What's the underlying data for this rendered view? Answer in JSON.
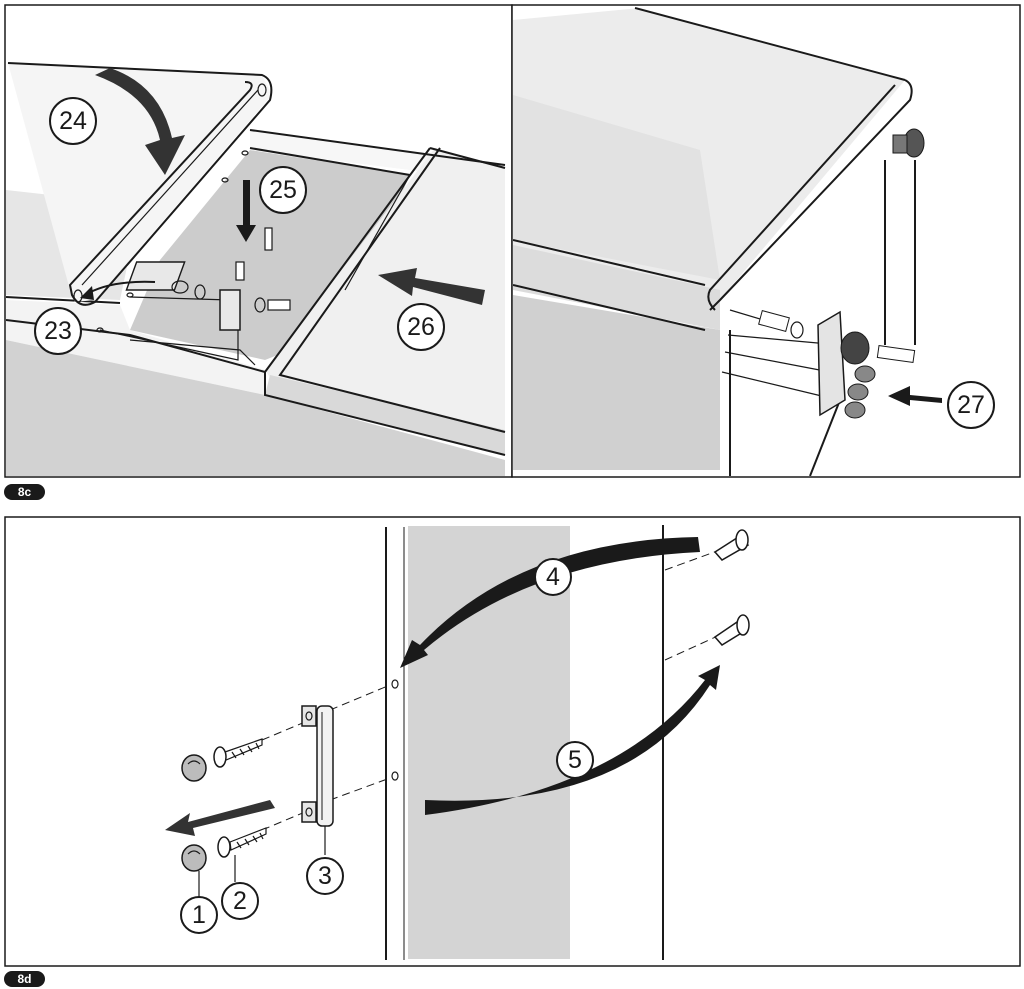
{
  "figures": [
    {
      "label": "8c",
      "callouts": [
        {
          "id": "c24",
          "text": "24"
        },
        {
          "id": "c25",
          "text": "25"
        },
        {
          "id": "c23",
          "text": "23"
        },
        {
          "id": "c26",
          "text": "26"
        },
        {
          "id": "c27",
          "text": "27"
        }
      ]
    },
    {
      "label": "8d",
      "callouts": [
        {
          "id": "c4",
          "text": "4"
        },
        {
          "id": "c5",
          "text": "5"
        },
        {
          "id": "c1",
          "text": "1"
        },
        {
          "id": "c2",
          "text": "2"
        },
        {
          "id": "c3",
          "text": "3"
        }
      ]
    }
  ],
  "colors": {
    "ink": "#1a1a1a",
    "light_gray": "#e9e9e9",
    "mid_gray": "#cfcfcf",
    "dark_gray": "#bdbdbd",
    "paper": "#ffffff"
  }
}
